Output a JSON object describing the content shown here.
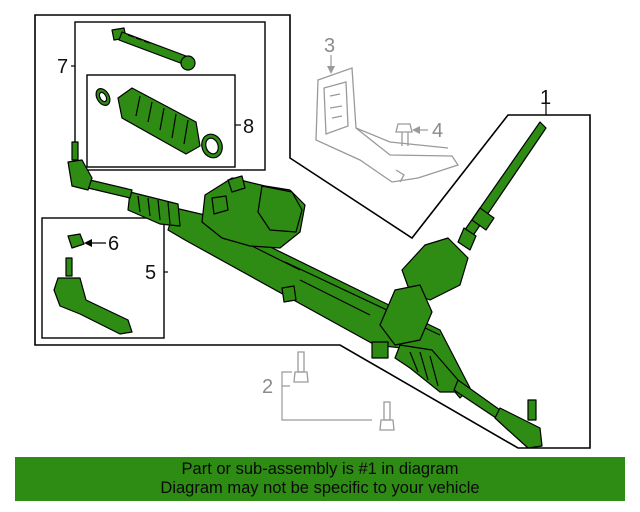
{
  "callouts": {
    "c1": "1",
    "c2": "2",
    "c3": "3",
    "c4": "4",
    "c5": "5",
    "c6": "6",
    "c7": "7",
    "c8": "8"
  },
  "banner": {
    "line1": "Part or sub-assembly is #1 in diagram",
    "line2": "Diagram may not be specific to your vehicle"
  },
  "colors": {
    "part_green": "#2e8b14",
    "outline": "#000000",
    "ghost_grey": "#9a9a9a",
    "banner_bg": "#2e8b14"
  }
}
